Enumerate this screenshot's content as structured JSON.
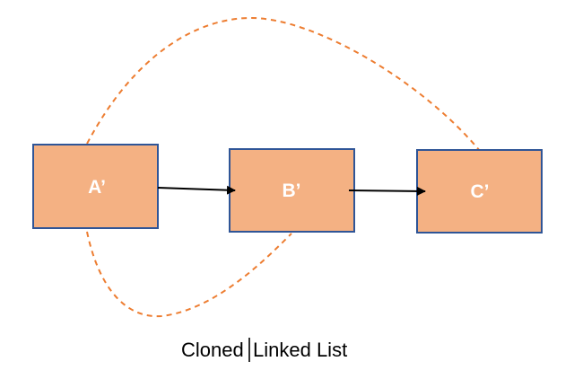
{
  "diagram": {
    "nodes": [
      {
        "id": "a",
        "label": "A’"
      },
      {
        "id": "b",
        "label": "B’"
      },
      {
        "id": "c",
        "label": "C’"
      }
    ],
    "next_links": [
      {
        "from": "a",
        "to": "b"
      },
      {
        "from": "b",
        "to": "c"
      }
    ],
    "random_links": [
      {
        "from": "a",
        "to": "c"
      },
      {
        "from": "a",
        "to": "b"
      }
    ],
    "colors": {
      "node_fill": "#f4b183",
      "node_border": "#2f5597",
      "node_text": "#ffffff",
      "random_link": "#ed7d31",
      "next_link": "#000000"
    }
  },
  "caption": {
    "part1": "Cloned",
    "part2": "Linked List"
  }
}
